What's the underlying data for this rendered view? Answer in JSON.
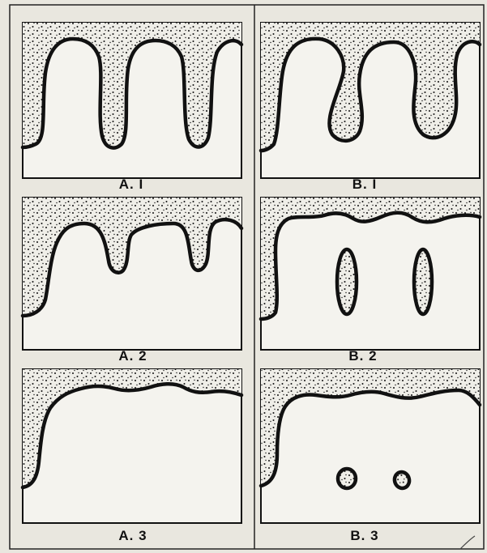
{
  "panels": [
    {
      "id": "a1",
      "label": "A. I"
    },
    {
      "id": "b1",
      "label": "B. I"
    },
    {
      "id": "a2",
      "label": "A. 2"
    },
    {
      "id": "b2",
      "label": "B. 2"
    },
    {
      "id": "a3",
      "label": "A. 3"
    },
    {
      "id": "b3",
      "label": "B. 3"
    }
  ],
  "colors": {
    "paper": "#e9e7df",
    "ink": "#111111",
    "panel_fill": "#f4f3ee",
    "stipple_fill": "#efeee8"
  }
}
